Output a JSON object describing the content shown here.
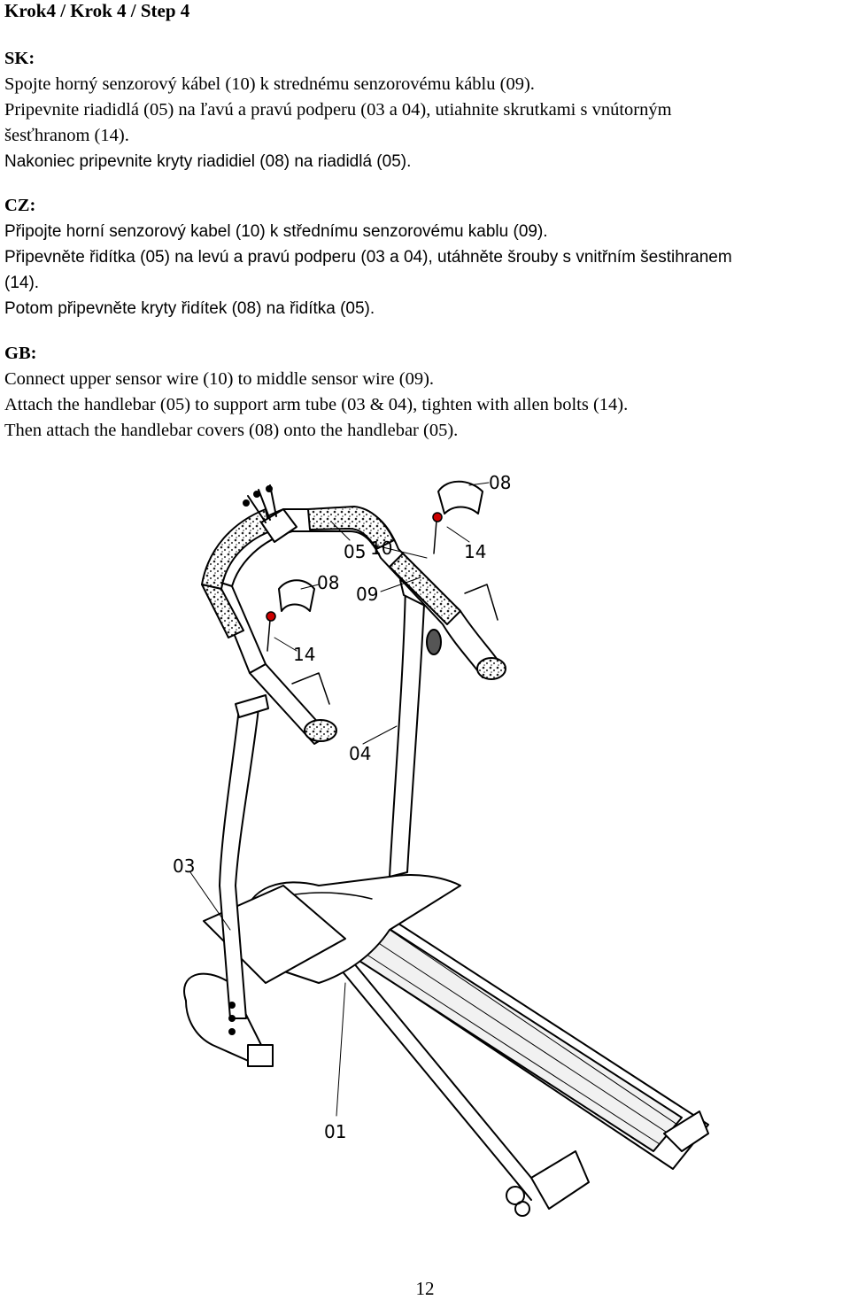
{
  "title": "Krok4 / Krok 4 / Step 4",
  "sections": {
    "sk": {
      "heading": "SK:",
      "lines": [
        "Spojte horný senzorový kábel (10) k strednému senzorovému káblu (09).",
        "Pripevnite riadidlá (05) na ľavú a pravú podperu (03 a 04), utiahnite skrutkami s vnútorným",
        "šesťhranom (14).",
        "Nakoniec pripevnite kryty riadidiel (08) na riadidlá (05)."
      ]
    },
    "cz": {
      "heading": "CZ:",
      "lines": [
        "Připojte horní senzorový kabel (10) k střednímu senzorovému kablu (09).",
        "Připevněte řidítka (05) na levú a pravú podperu (03 a 04), utáhněte šrouby s vnitřním šestihranem",
        "(14).",
        "Potom připevněte kryty řidítek (08) na řidítka (05)."
      ]
    },
    "gb": {
      "heading": "GB:",
      "lines": [
        "Connect upper sensor wire (10) to middle sensor wire (09).",
        "Attach the handlebar (05) to support arm tube (03 & 04), tighten with allen bolts (14).",
        "Then attach the handlebar covers (08) onto the handlebar (05)."
      ]
    }
  },
  "diagram": {
    "labels": {
      "p08a": "08",
      "p05": "05",
      "p10": "10",
      "p14a": "14",
      "p08b": "08",
      "p09": "09",
      "p14b": "14",
      "p04": "04",
      "p03": "03",
      "p01": "01"
    }
  },
  "page_number": "12"
}
